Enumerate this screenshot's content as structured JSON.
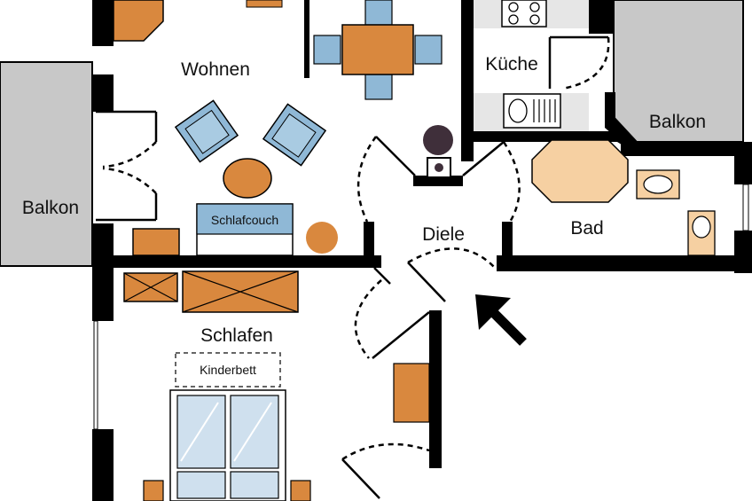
{
  "rooms": {
    "wohnen": "Wohnen",
    "kueche": "Küche",
    "balkon_left": "Balkon",
    "balkon_right": "Balkon",
    "diele": "Diele",
    "bad": "Bad",
    "schlafen": "Schlafen"
  },
  "furniture": {
    "schlafcouch": "Schlafcouch",
    "kinderbett": "Kinderbett"
  },
  "colors": {
    "orange": "#d9883e",
    "blue": "#8fb8d6",
    "peach": "#f6d0a2",
    "gray": "#c8c8c8",
    "dark": "#3f2f3a",
    "light_blue": "#cfe0ee"
  }
}
